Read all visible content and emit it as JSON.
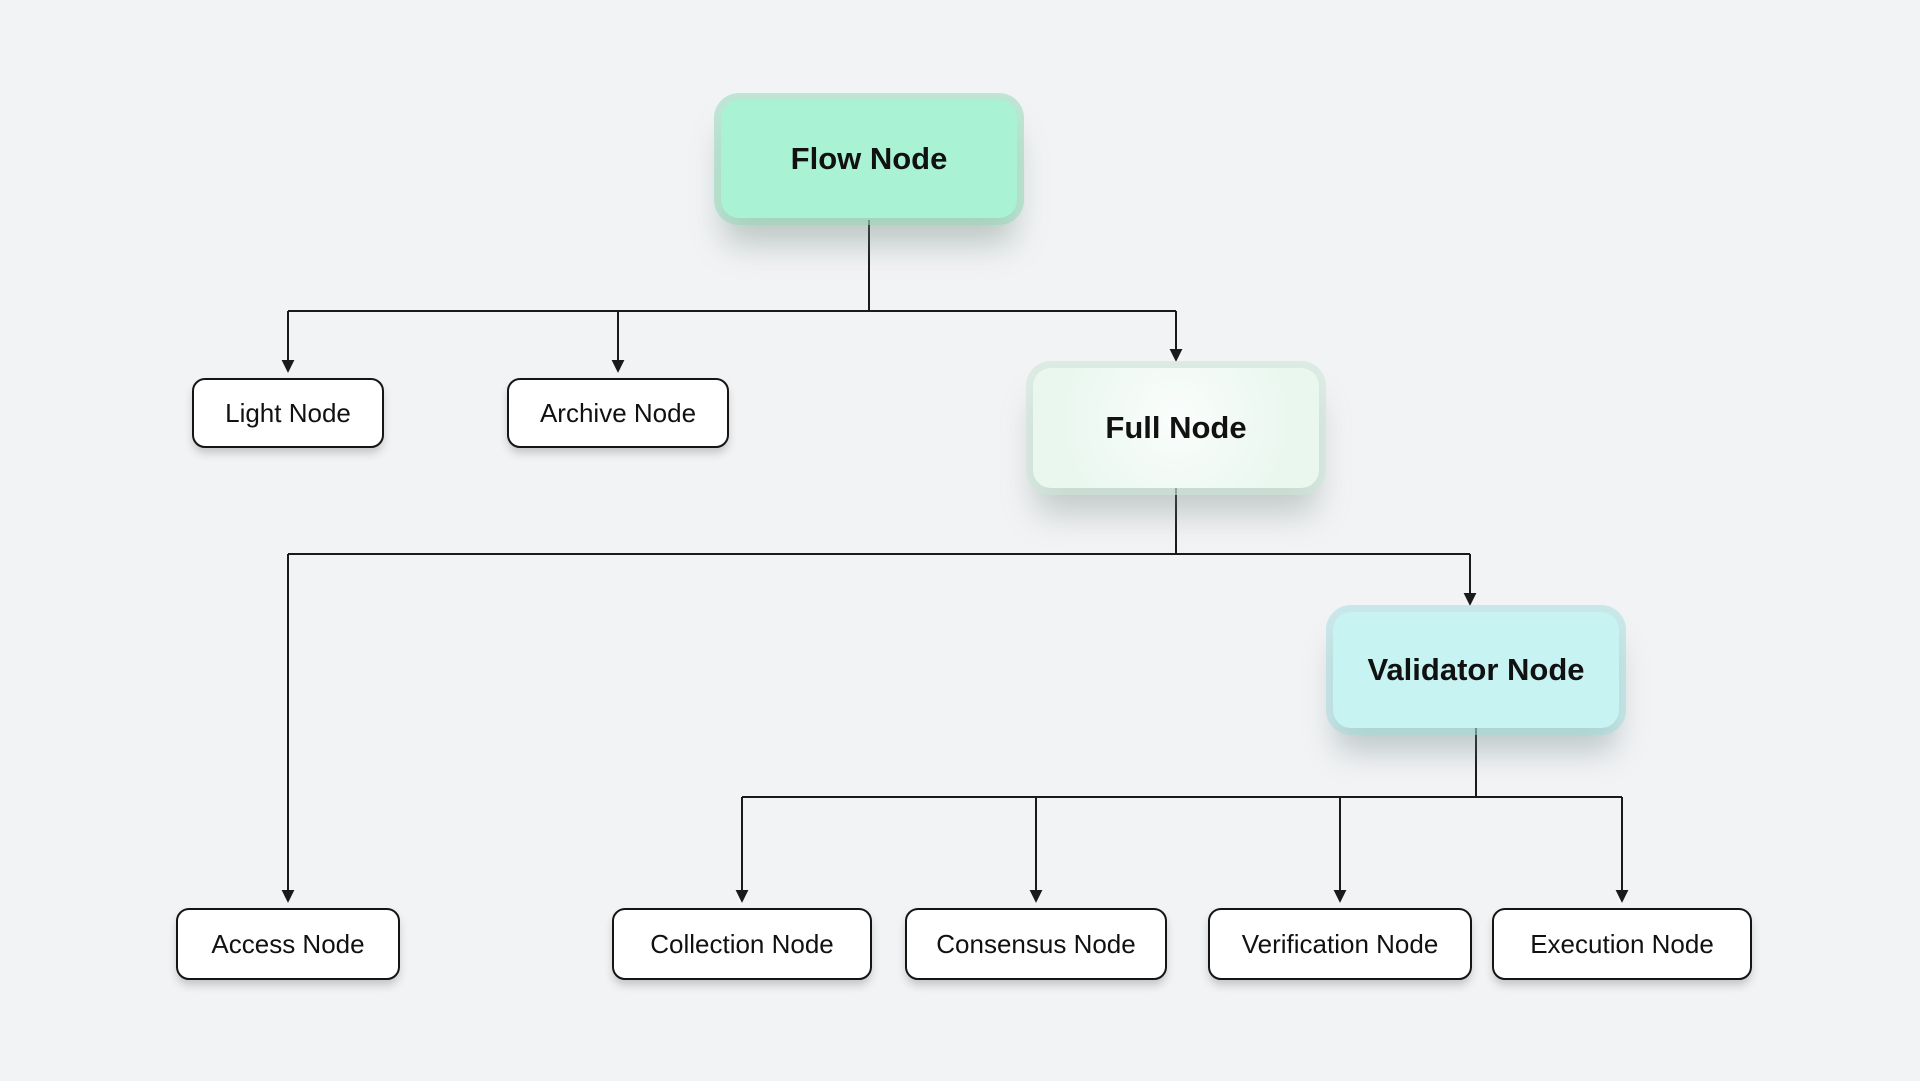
{
  "diagram": {
    "background_color": "#f2f3f5",
    "line_color": "#1a1a1a",
    "nodes": {
      "flow": {
        "label": "Flow Node",
        "fill": "#a9f2d3"
      },
      "light": {
        "label": "Light Node",
        "fill": "#ffffff"
      },
      "archive": {
        "label": "Archive Node",
        "fill": "#ffffff"
      },
      "full": {
        "label": "Full Node",
        "fill": "#e9f7ef"
      },
      "validator": {
        "label": "Validator Node",
        "fill": "#c7f4f3"
      },
      "access": {
        "label": "Access Node",
        "fill": "#ffffff"
      },
      "collection": {
        "label": "Collection Node",
        "fill": "#ffffff"
      },
      "consensus": {
        "label": "Consensus Node",
        "fill": "#ffffff"
      },
      "verification": {
        "label": "Verification Node",
        "fill": "#ffffff"
      },
      "execution": {
        "label": "Execution Node",
        "fill": "#ffffff"
      }
    },
    "hierarchy": [
      {
        "parent": "Flow Node",
        "children": [
          "Light Node",
          "Archive Node",
          "Full Node"
        ]
      },
      {
        "parent": "Full Node",
        "children": [
          "Access Node",
          "Validator Node"
        ]
      },
      {
        "parent": "Validator Node",
        "children": [
          "Collection Node",
          "Consensus Node",
          "Verification Node",
          "Execution Node"
        ]
      }
    ]
  }
}
